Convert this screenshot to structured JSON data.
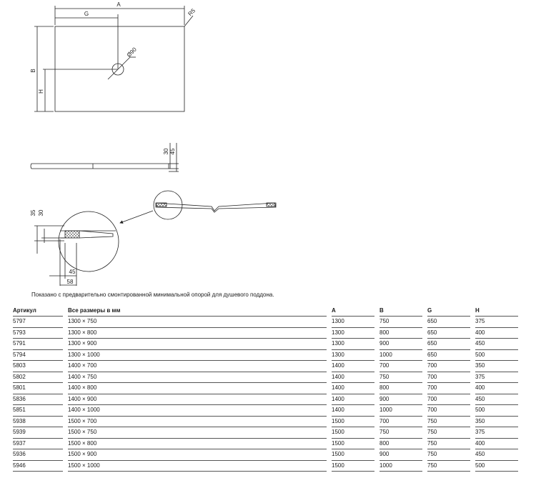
{
  "drawing": {
    "top_view": {
      "label_a": "A",
      "label_g": "G",
      "label_b": "B",
      "label_h": "H",
      "label_r": "R5",
      "label_drain": "Ø90"
    },
    "side_view": {
      "label_30": "30",
      "label_45": "45"
    },
    "detail_view": {
      "label_35": "35",
      "label_30": "30",
      "label_45": "45",
      "label_58": "58"
    }
  },
  "caption": "Показано с предварительно смонтированной минимальной опорой для душевого поддона.",
  "table": {
    "headers": [
      "Артикул",
      "Все размеры в мм",
      "A",
      "B",
      "G",
      "H"
    ],
    "rows": [
      [
        "5797",
        "1300 × 750",
        "1300",
        "750",
        "650",
        "375"
      ],
      [
        "5793",
        "1300 × 800",
        "1300",
        "800",
        "650",
        "400"
      ],
      [
        "5791",
        "1300 × 900",
        "1300",
        "900",
        "650",
        "450"
      ],
      [
        "5794",
        "1300 × 1000",
        "1300",
        "1000",
        "650",
        "500"
      ],
      [
        "5803",
        "1400 × 700",
        "1400",
        "700",
        "700",
        "350"
      ],
      [
        "5802",
        "1400 × 750",
        "1400",
        "750",
        "700",
        "375"
      ],
      [
        "5801",
        "1400 × 800",
        "1400",
        "800",
        "700",
        "400"
      ],
      [
        "5836",
        "1400 × 900",
        "1400",
        "900",
        "700",
        "450"
      ],
      [
        "5851",
        "1400 × 1000",
        "1400",
        "1000",
        "700",
        "500"
      ],
      [
        "5938",
        "1500 × 700",
        "1500",
        "700",
        "750",
        "350"
      ],
      [
        "5939",
        "1500 × 750",
        "1500",
        "750",
        "750",
        "375"
      ],
      [
        "5937",
        "1500 × 800",
        "1500",
        "800",
        "750",
        "400"
      ],
      [
        "5936",
        "1500 × 900",
        "1500",
        "900",
        "750",
        "450"
      ],
      [
        "5946",
        "1500 × 1000",
        "1500",
        "1000",
        "750",
        "500"
      ]
    ]
  }
}
